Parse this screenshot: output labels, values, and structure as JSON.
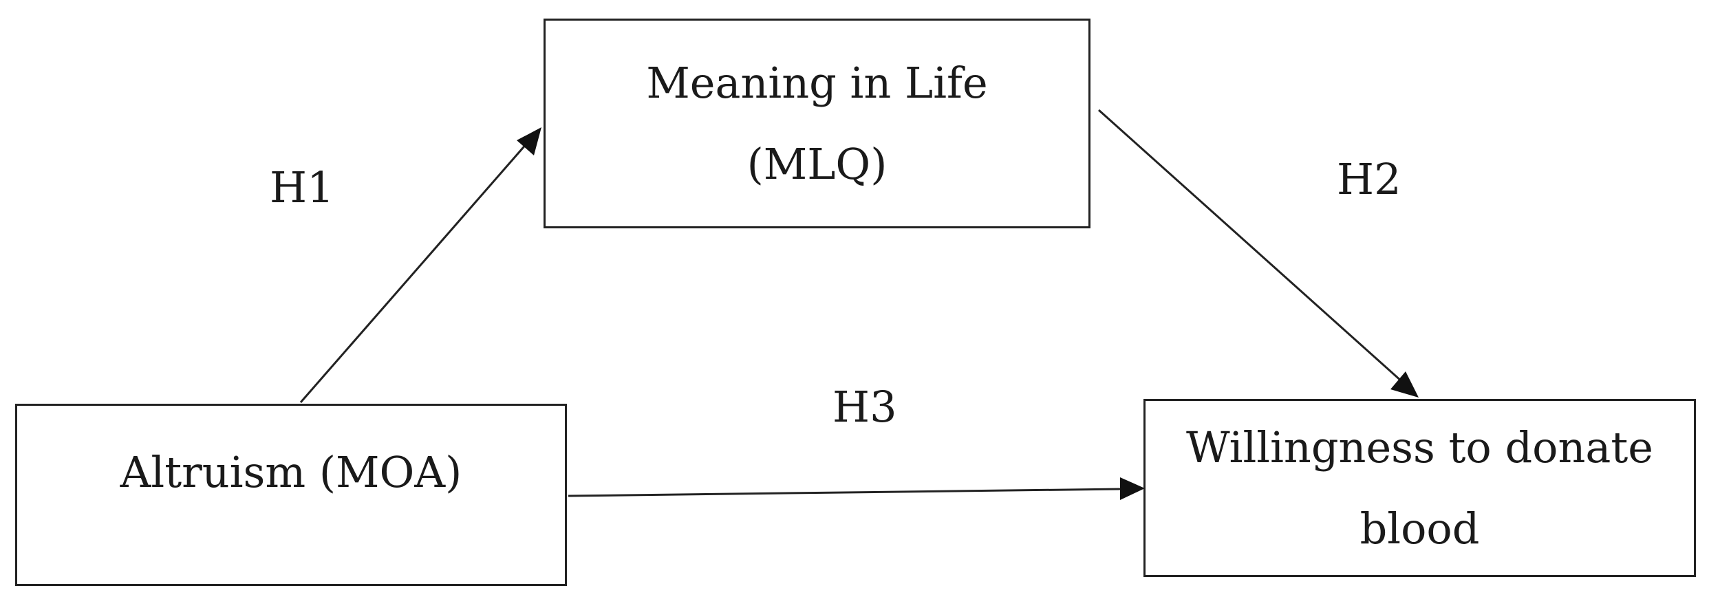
{
  "nodes": {
    "meaning": "Meaning in Life (MLQ)",
    "altruism": "Altruism (MOA)",
    "willingness": "Willingness to donate blood"
  },
  "hypotheses": {
    "h1": "H1",
    "h2": "H2",
    "h3": "H3"
  },
  "edges": [
    {
      "from": "altruism",
      "to": "meaning",
      "label": "H1"
    },
    {
      "from": "meaning",
      "to": "willingness",
      "label": "H2"
    },
    {
      "from": "altruism",
      "to": "willingness",
      "label": "H3"
    }
  ],
  "colors": {
    "line": "#222222"
  }
}
